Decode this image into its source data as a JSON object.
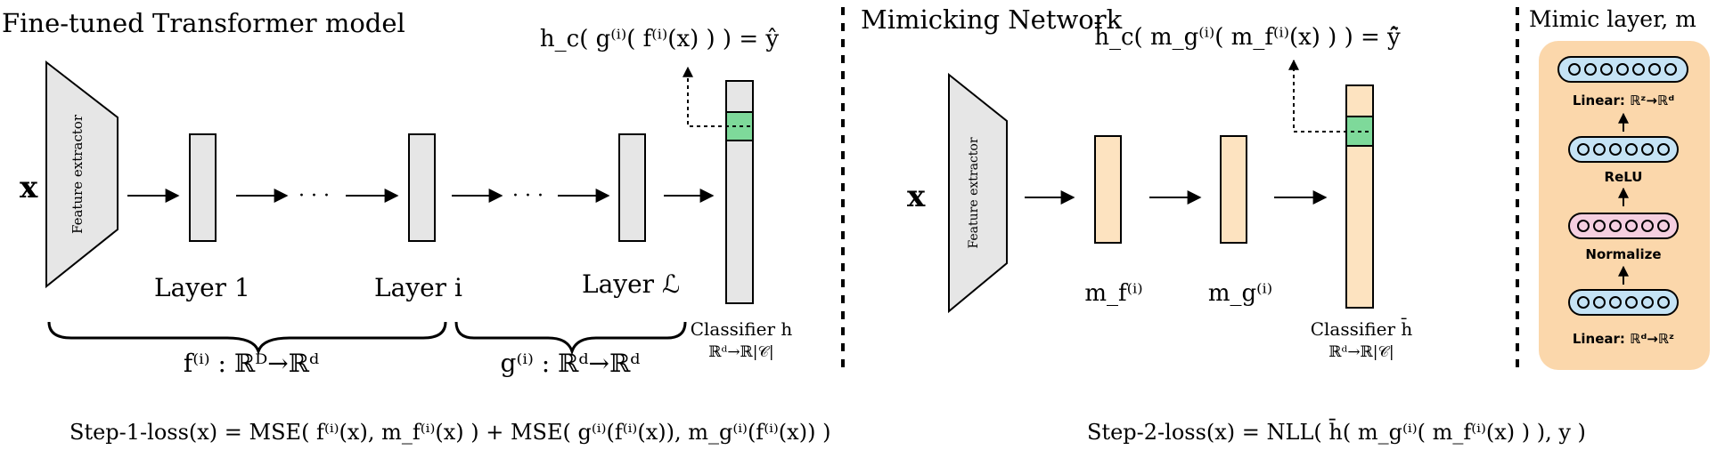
{
  "left_panel": {
    "title": "Fine-tuned Transformer model",
    "input_label": "x",
    "feature_extractor_label": "Feature extractor",
    "ellipsis": "· · ·",
    "layers": [
      "Layer 1",
      "Layer i",
      "Layer ℒ"
    ],
    "classifier_label": "Classifier h",
    "classifier_map": "ℝᵈ→ℝ|𝒞|",
    "output_formula": "h_c( g⁽ⁱ⁾( f⁽ⁱ⁾(x) ) ) = ŷ",
    "brace_f_label": "f⁽ⁱ⁾ : ℝᴰ→ℝᵈ",
    "brace_g_label": "g⁽ⁱ⁾ : ℝᵈ→ℝᵈ"
  },
  "middle_panel": {
    "title": "Mimicking Network",
    "input_label": "x",
    "feature_extractor_label": "Feature extractor",
    "mimic_f_label": "m_f⁽ⁱ⁾",
    "mimic_g_label": "m_g⁽ⁱ⁾",
    "classifier_label": "Classifier h̄",
    "classifier_map": "ℝᵈ→ℝ|𝒞|",
    "output_formula": "h̄_c( m_g⁽ⁱ⁾( m_f⁽ⁱ⁾(x) ) ) = ŷ̄"
  },
  "right_panel": {
    "title": "Mimic layer, m",
    "blocks": [
      {
        "label": "Linear: ℝᶻ→ℝᵈ"
      },
      {
        "label": "ReLU"
      },
      {
        "label": "Normalize"
      },
      {
        "label": "Linear: ℝᵈ→ℝᶻ"
      }
    ]
  },
  "losses": {
    "step1": "Step-1-loss(x) = MSE( f⁽ⁱ⁾(x), m_f⁽ⁱ⁾(x) ) + MSE( g⁽ⁱ⁾(f⁽ⁱ⁾(x)), m_g⁽ⁱ⁾(f⁽ⁱ⁾(x)) )",
    "step2": "Step-2-loss(x) = NLL( h̄( m_g⁽ⁱ⁾( m_f⁽ⁱ⁾(x) ) ), y )"
  },
  "colors": {
    "gray_fill": "#e6e6e6",
    "peach_fill": "#fde3c0",
    "green_cell": "#7ed99a",
    "panel_bg": "#fbd7ab",
    "blue_node": "#c5e3f5",
    "pink_node": "#f5cfe0"
  }
}
